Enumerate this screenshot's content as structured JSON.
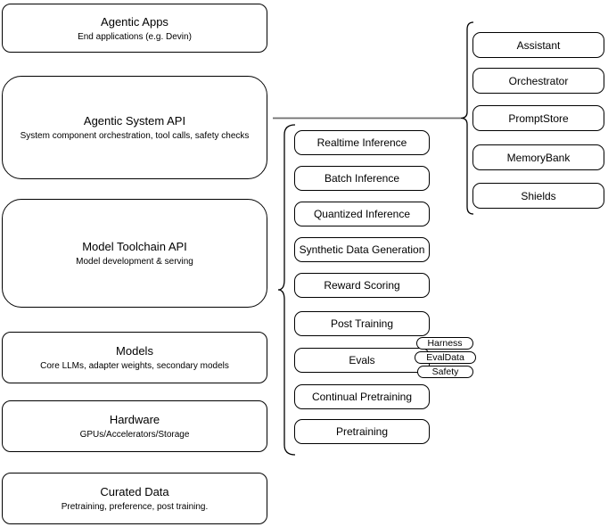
{
  "diagram": {
    "title": "agentic-stack-architecture",
    "left_column": [
      {
        "title": "Agentic Apps",
        "subtitle": "End applications (e.g. Devin)"
      },
      {
        "title": "Agentic System API",
        "subtitle": "System component orchestration, tool calls, safety checks"
      },
      {
        "title": "Model Toolchain API",
        "subtitle": "Model development & serving"
      },
      {
        "title": "Models",
        "subtitle": "Core LLMs, adapter weights, secondary models"
      },
      {
        "title": "Hardware",
        "subtitle": "GPUs/Accelerators/Storage"
      },
      {
        "title": "Curated Data",
        "subtitle": "Pretraining, preference, post training."
      }
    ],
    "toolchain_services": [
      "Realtime Inference",
      "Batch Inference",
      "Quantized Inference",
      "Synthetic Data Generation",
      "Reward Scoring",
      "Post Training",
      "Evals",
      "Continual Pretraining",
      "Pretraining"
    ],
    "eval_tags": [
      "Harness",
      "EvalData",
      "Safety"
    ],
    "agentic_components": [
      "Assistant",
      "Orchestrator",
      "PromptStore",
      "MemoryBank",
      "Shields"
    ],
    "colors": {
      "box_fill": "#ffffff",
      "box_border": "#000000",
      "text": "#000000",
      "connector_line": "#6e6e6e",
      "brace": "#000000"
    }
  }
}
